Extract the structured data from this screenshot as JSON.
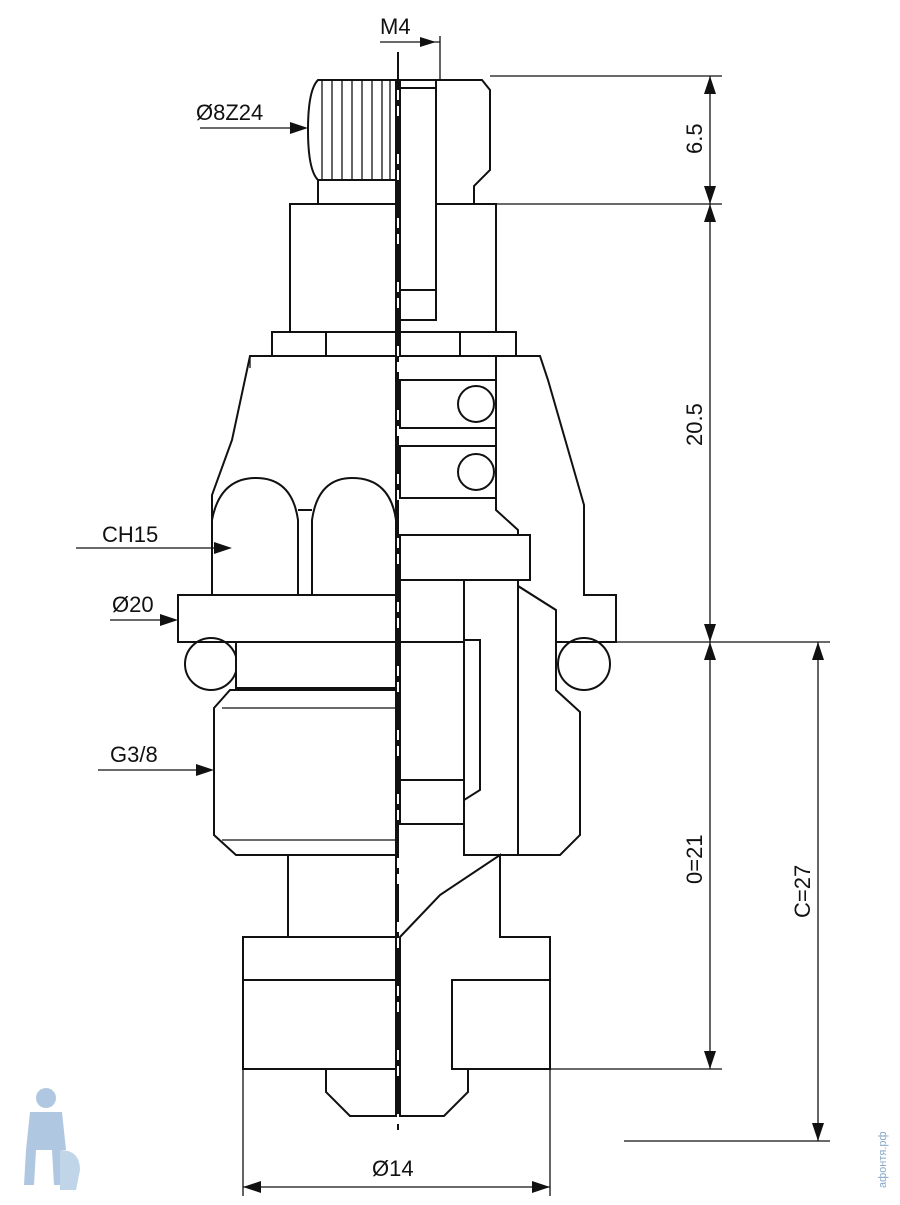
{
  "labels": {
    "m4": "M4",
    "knurl": "Ø8Z24",
    "ch15": "CH15",
    "d20": "Ø20",
    "g38": "G3/8",
    "d14": "Ø14"
  },
  "dimensions": {
    "top": "6.5",
    "upper": "20.5",
    "lower": "0=21",
    "total": "C=27"
  },
  "watermark": "афонтя.рф"
}
